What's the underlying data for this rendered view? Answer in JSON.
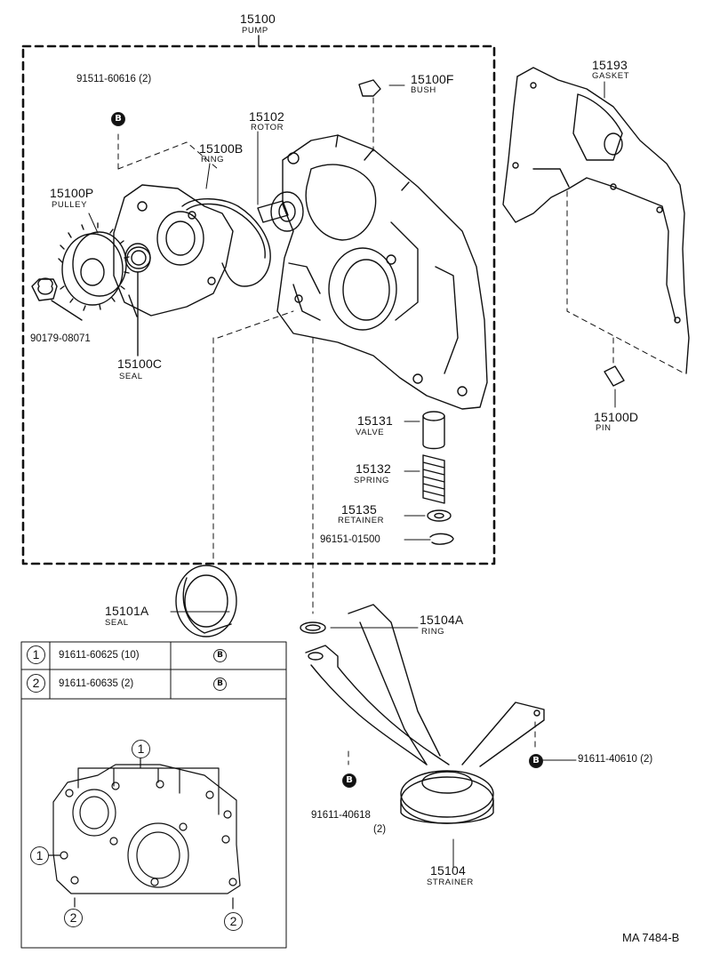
{
  "parts": {
    "pump": {
      "number": "15100",
      "name": "PUMP"
    },
    "pulley": {
      "number": "15100P",
      "name": "PULLEY"
    },
    "ring_b": {
      "number": "15100B",
      "name": "RING"
    },
    "rotor": {
      "number": "15102",
      "name": "ROTOR"
    },
    "bush": {
      "number": "15100F",
      "name": "BUSH"
    },
    "gasket": {
      "number": "15193",
      "name": "GASKET"
    },
    "pin": {
      "number": "15100D",
      "name": "PIN"
    },
    "seal_c": {
      "number": "15100C",
      "name": "SEAL"
    },
    "valve": {
      "number": "15131",
      "name": "VALVE"
    },
    "spring": {
      "number": "15132",
      "name": "SPRING"
    },
    "retainer": {
      "number": "15135",
      "name": "RETAINER"
    },
    "seal_a": {
      "number": "15101A",
      "name": "SEAL"
    },
    "ring_a": {
      "number": "15104A",
      "name": "RING"
    },
    "strainer": {
      "number": "15104",
      "name": "STRAINER"
    }
  },
  "bolts": {
    "b1": {
      "number": "91511-60616 (2)"
    },
    "b2": {
      "number": "90179-08071"
    },
    "b3": {
      "number": "96151-01500"
    },
    "b4": {
      "number": "91611-40610 (2)"
    },
    "b5": {
      "number": "91611-40618",
      "qty": "(2)"
    },
    "circle_b": "B"
  },
  "legend": {
    "rows": [
      {
        "ref": "1",
        "part": "91611-60625 (10)",
        "mark": "B"
      },
      {
        "ref": "2",
        "part": "91611-60635 (2)",
        "mark": "B"
      }
    ]
  },
  "callouts": {
    "one": "1",
    "two": "2"
  },
  "footer": {
    "code": "MA  7484-B"
  }
}
